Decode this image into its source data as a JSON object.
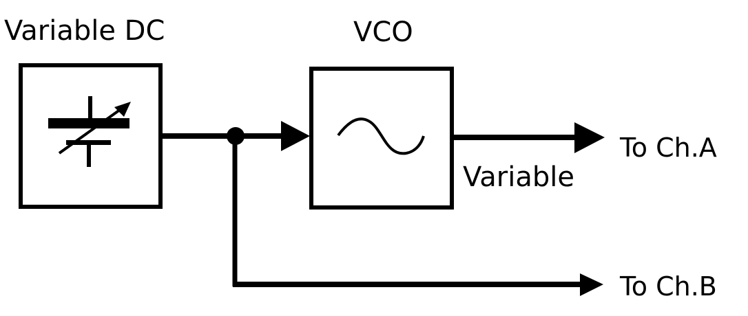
{
  "labels": {
    "source": "Variable DC",
    "vco": "VCO",
    "output_a": "To Ch.A",
    "output_b": "To Ch.B",
    "output_note": "Variable"
  }
}
